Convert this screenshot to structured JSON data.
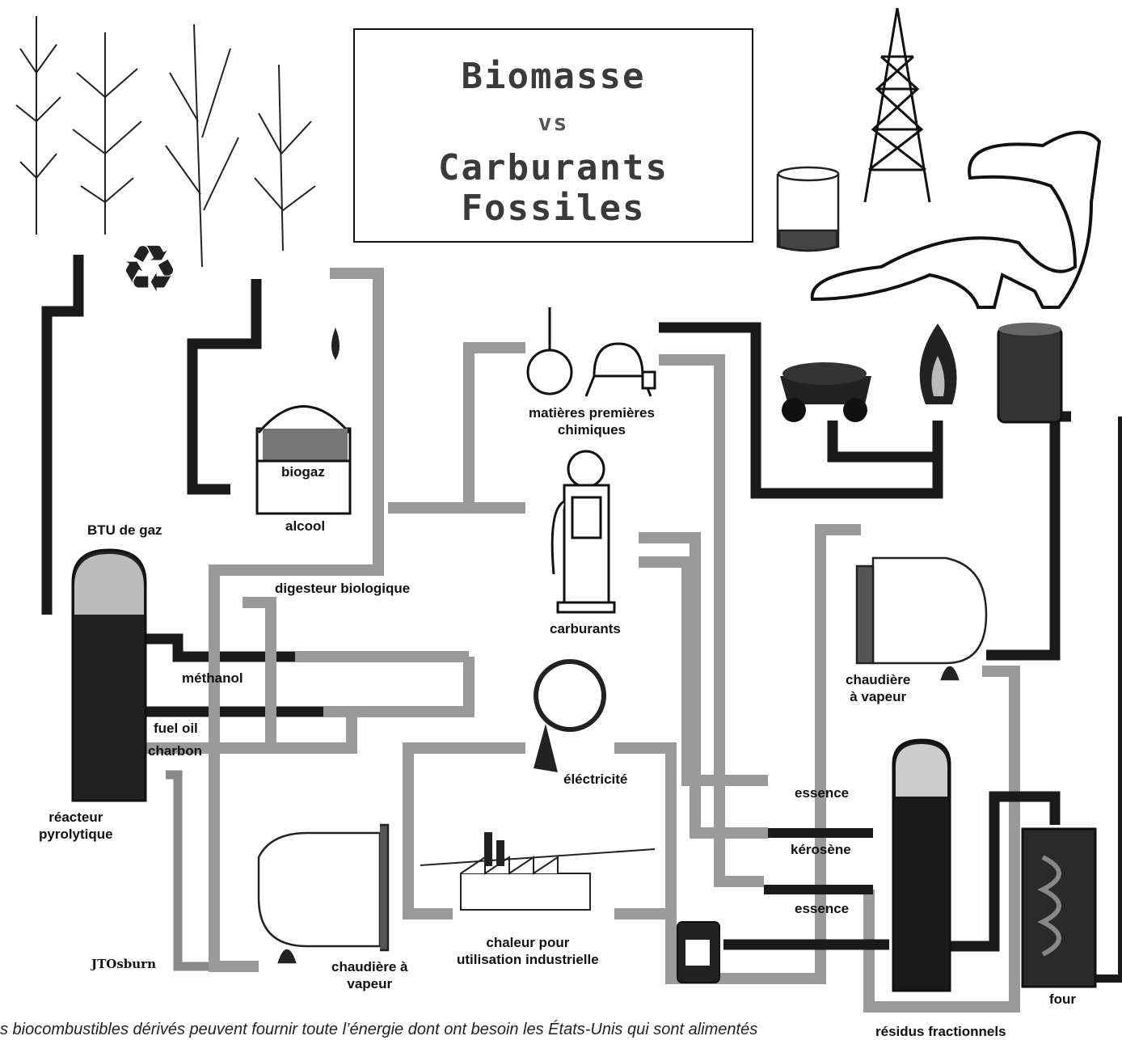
{
  "title": {
    "line1": "Biomasse",
    "line2": "vs",
    "line3": "Carburants",
    "line4": "Fossiles"
  },
  "labels": {
    "biogaz": "biogaz",
    "alcool": "alcool",
    "btu": "BTU de gaz",
    "digesteur": "digesteur biologique",
    "methanol": "méthanol",
    "fuel_oil": "fuel oil",
    "charbon": "charbon",
    "reacteur_1": "réacteur",
    "reacteur_2": "pyrolytique",
    "matieres_1": "matières premières",
    "matieres_2": "chimiques",
    "carburants": "carburants",
    "electricite": "éléctricité",
    "chaleur_1": "chaleur pour",
    "chaleur_2": "utilisation industrielle",
    "chaudiere_left_1": "chaudière à",
    "chaudiere_left_2": "vapeur",
    "chaudiere_right_1": "chaudière",
    "chaudiere_right_2": "à vapeur",
    "essence_1": "essence",
    "kerosene": "kérosène",
    "essence_2": "essence",
    "four": "four",
    "residus": "résidus fractionnels"
  },
  "signature": "JTOsburn",
  "caption": "s biocombustibles dérivés peuvent fournir toute l’énergie dont ont besoin les États-Unis qui sont alimentés",
  "colors": {
    "pipe_dark": "#1a1a1a",
    "pipe_light": "#9a9a9a",
    "ink": "#111111"
  }
}
